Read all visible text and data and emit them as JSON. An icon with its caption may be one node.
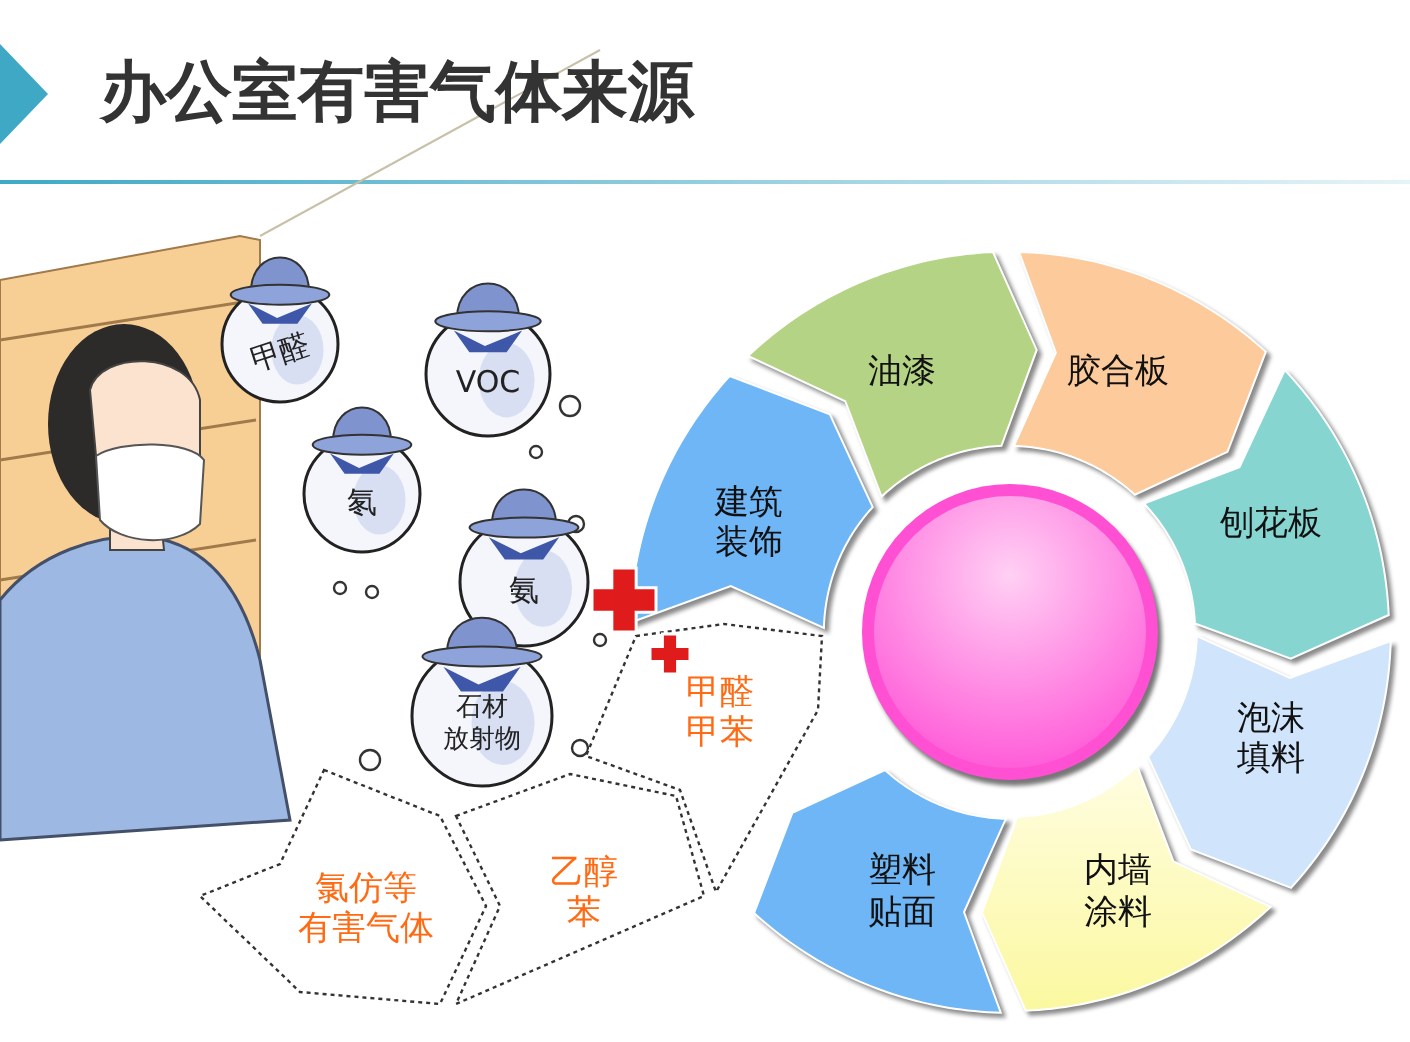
{
  "diagram": {
    "title": "办公室有害气体来源",
    "nodes": [
      {
        "text": [
          "甲醛"
        ]
      },
      {
        "text": [
          "VOC"
        ]
      },
      {
        "text": [
          "氡"
        ]
      },
      {
        "text": [
          "氨"
        ]
      },
      {
        "text": [
          "石材放射物"
        ]
      },
      {
        "text": [
          "油漆"
        ]
      },
      {
        "text": [
          "胶合板"
        ]
      },
      {
        "text": [
          "建筑装饰"
        ]
      },
      {
        "text": [
          "刨花板"
        ]
      },
      {
        "text": [
          "泡沫填料"
        ]
      },
      {
        "text": [
          "甲醛甲苯"
        ]
      },
      {
        "text": [
          "塑料贴面"
        ]
      },
      {
        "text": [
          "内墙涂料"
        ]
      },
      {
        "text": [
          "乙醇苯"
        ]
      },
      {
        "text": [
          "氯仿等有害气体"
        ]
      },
      {
        "text": [],
        "shape": "circle"
      }
    ]
  }
}
